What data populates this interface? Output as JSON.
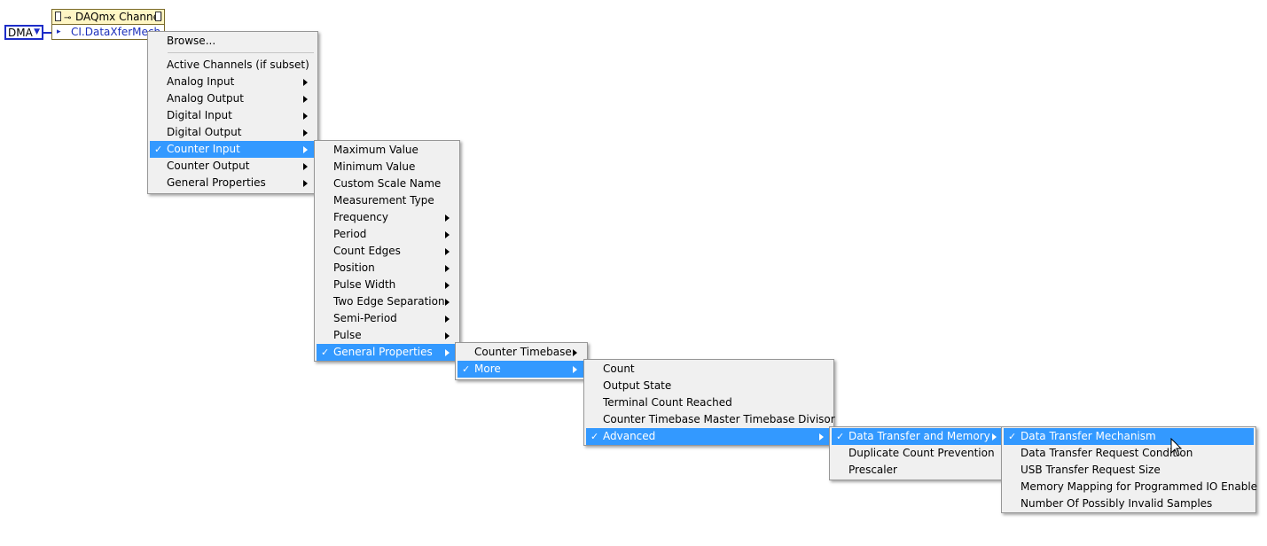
{
  "property_node": {
    "title": "DAQmx Channel",
    "property": "CI.DataXferMech",
    "constant": "DMA"
  },
  "menu1": {
    "browse": "Browse...",
    "items": [
      "Active Channels (if subset)",
      "Analog Input",
      "Analog Output",
      "Digital Input",
      "Digital Output",
      "Counter Input",
      "Counter Output",
      "General Properties"
    ]
  },
  "menu2": {
    "items": [
      "Maximum Value",
      "Minimum Value",
      "Custom Scale Name",
      "Measurement Type",
      "Frequency",
      "Period",
      "Count Edges",
      "Position",
      "Pulse Width",
      "Two Edge Separation",
      "Semi-Period",
      "Pulse",
      "General Properties"
    ]
  },
  "menu3": {
    "items": [
      "Counter Timebase",
      "More"
    ]
  },
  "menu4": {
    "items": [
      "Count",
      "Output State",
      "Terminal Count Reached",
      "Counter Timebase Master Timebase Divisor",
      "Advanced"
    ]
  },
  "menu5": {
    "items": [
      "Data Transfer and Memory",
      "Duplicate Count Prevention",
      "Prescaler"
    ]
  },
  "menu6": {
    "items": [
      "Data Transfer Mechanism",
      "Data Transfer Request Condition",
      "USB Transfer Request Size",
      "Memory Mapping for Programmed IO Enable",
      "Number Of Possibly Invalid Samples"
    ]
  },
  "check_mark": "✓",
  "colors": {
    "highlight": "#3399ff",
    "wire": "#1d2dc8",
    "node_header": "#fff6c4"
  }
}
